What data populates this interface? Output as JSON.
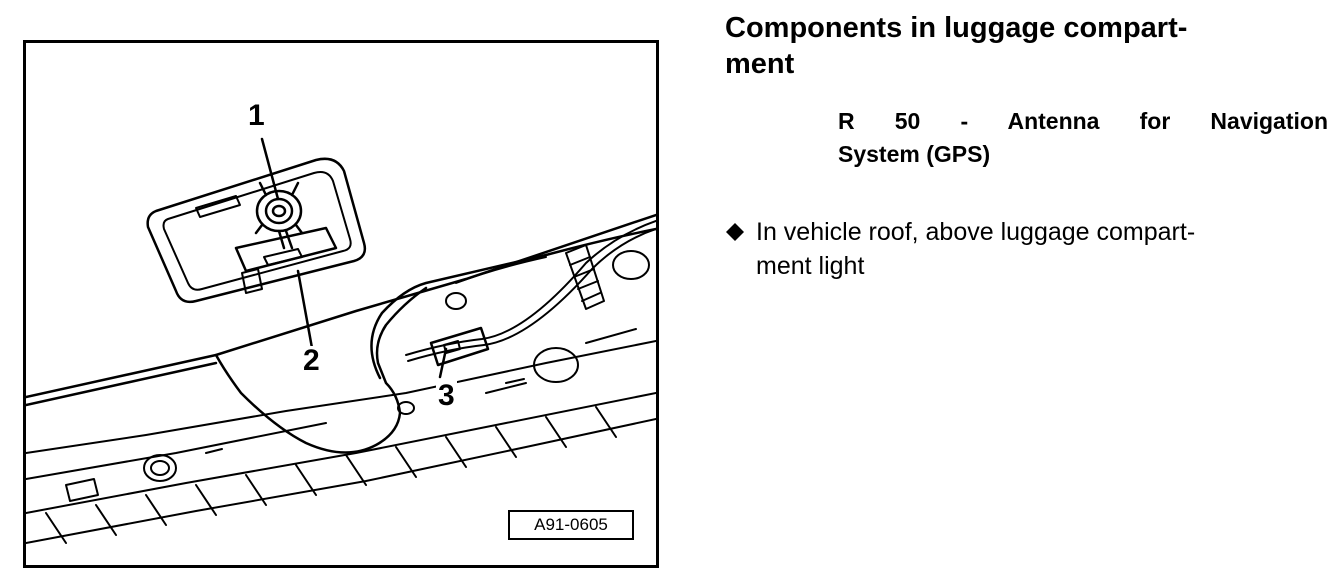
{
  "figure": {
    "callouts": [
      "1",
      "2",
      "3"
    ],
    "reference_code": "A91-0605"
  },
  "heading": {
    "line1": "Components in luggage compart-",
    "line2": "ment"
  },
  "component": {
    "line1": "R 50 - Antenna for Navigation",
    "line2": "System (GPS)"
  },
  "bullets": [
    {
      "icon": "diamond-bullet-icon",
      "line1": "In vehicle roof, above luggage compart-",
      "line2": "ment light"
    }
  ]
}
